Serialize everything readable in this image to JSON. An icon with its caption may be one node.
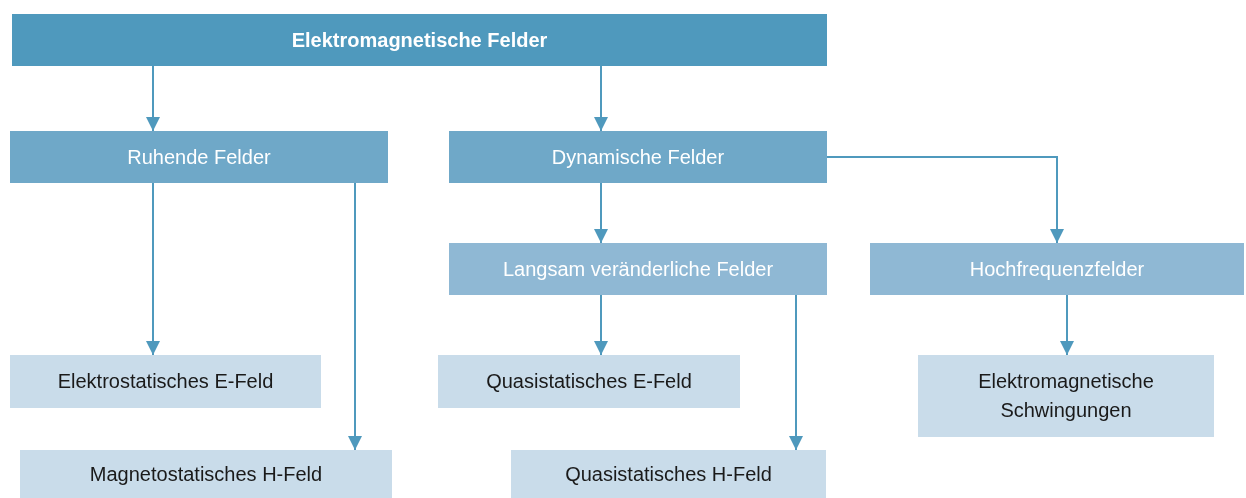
{
  "diagram": {
    "nodes": [
      {
        "text": [
          "Elektromagnetische Felder"
        ]
      },
      {
        "text": [
          "Ruhende Felder"
        ]
      },
      {
        "text": [
          "Dynamische Felder"
        ]
      },
      {
        "text": [
          "Langsam veränderliche Felder"
        ]
      },
      {
        "text": [
          "Hochfrequenzfelder"
        ]
      },
      {
        "text": [
          "Elektrostatisches E-Feld"
        ]
      },
      {
        "text": [
          "Magnetostatisches H-Feld"
        ]
      },
      {
        "text": [
          "Quasistatisches E-Feld"
        ]
      },
      {
        "text": [
          "Quasistatisches H-Feld"
        ]
      },
      {
        "text": [
          "Elektromagnetische Schwingungen"
        ]
      }
    ],
    "edges": [
      {
        "from": 0,
        "to": 1,
        "arrow": "to"
      },
      {
        "from": 0,
        "to": 2,
        "arrow": "to"
      },
      {
        "from": 1,
        "to": 5,
        "arrow": "to"
      },
      {
        "from": 1,
        "to": 6,
        "arrow": "to"
      },
      {
        "from": 2,
        "to": 3,
        "arrow": "to"
      },
      {
        "from": 2,
        "to": 4,
        "arrow": "to"
      },
      {
        "from": 3,
        "to": 7,
        "arrow": "to"
      },
      {
        "from": 3,
        "to": 8,
        "arrow": "to"
      },
      {
        "from": 4,
        "to": 9,
        "arrow": "to"
      }
    ]
  }
}
